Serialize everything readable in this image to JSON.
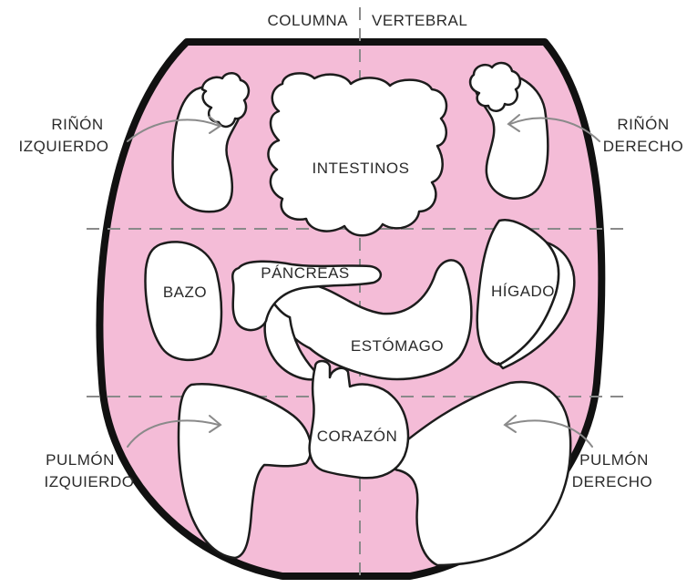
{
  "header": {
    "left": "COLUMNA",
    "right": "VERTEBRAL"
  },
  "labels": {
    "kidney_left_line1": "RIÑÓN",
    "kidney_left_line2": "IZQUIERDO",
    "kidney_right_line1": "RIÑÓN",
    "kidney_right_line2": "DERECHO",
    "lung_left_line1": "PULMÓN",
    "lung_left_line2": "IZQUIERDO",
    "lung_right_line1": "PULMÓN",
    "lung_right_line2": "DERECHO"
  },
  "organs": {
    "intestines": "INTESTINOS",
    "spleen": "BAZO",
    "pancreas": "PÁNCREAS",
    "liver": "HÍGADO",
    "stomach": "ESTÓMAGO",
    "heart": "CORAZÓN"
  },
  "colors": {
    "tongue_fill": "#f4bcd7",
    "outline": "#111111",
    "guide_lines": "#8a8a8a"
  }
}
